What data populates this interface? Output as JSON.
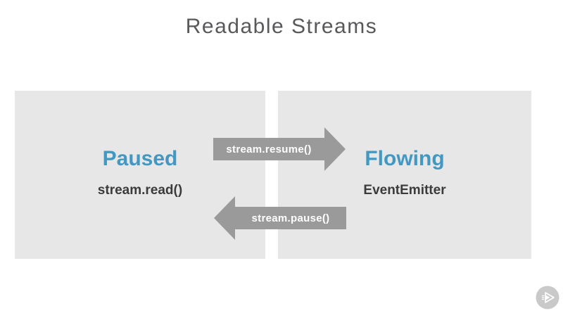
{
  "slide": {
    "title": "Readable Streams"
  },
  "states": {
    "paused": {
      "label": "Paused",
      "method": "stream.read()"
    },
    "flowing": {
      "label": "Flowing",
      "method": "EventEmitter"
    }
  },
  "transitions": {
    "resume": "stream.resume()",
    "pause": "stream.pause()"
  },
  "branding": {
    "logo_icon": "pluralsight-play-icon"
  },
  "colors": {
    "state_label_blue": "#4398c2",
    "panel_gray": "#e7e7e7",
    "arrow_gray": "#9a9a9a",
    "title_gray": "#59595c",
    "code_text_dark": "#3b3b3d",
    "logo_circle_gray": "#c9c9c9"
  }
}
